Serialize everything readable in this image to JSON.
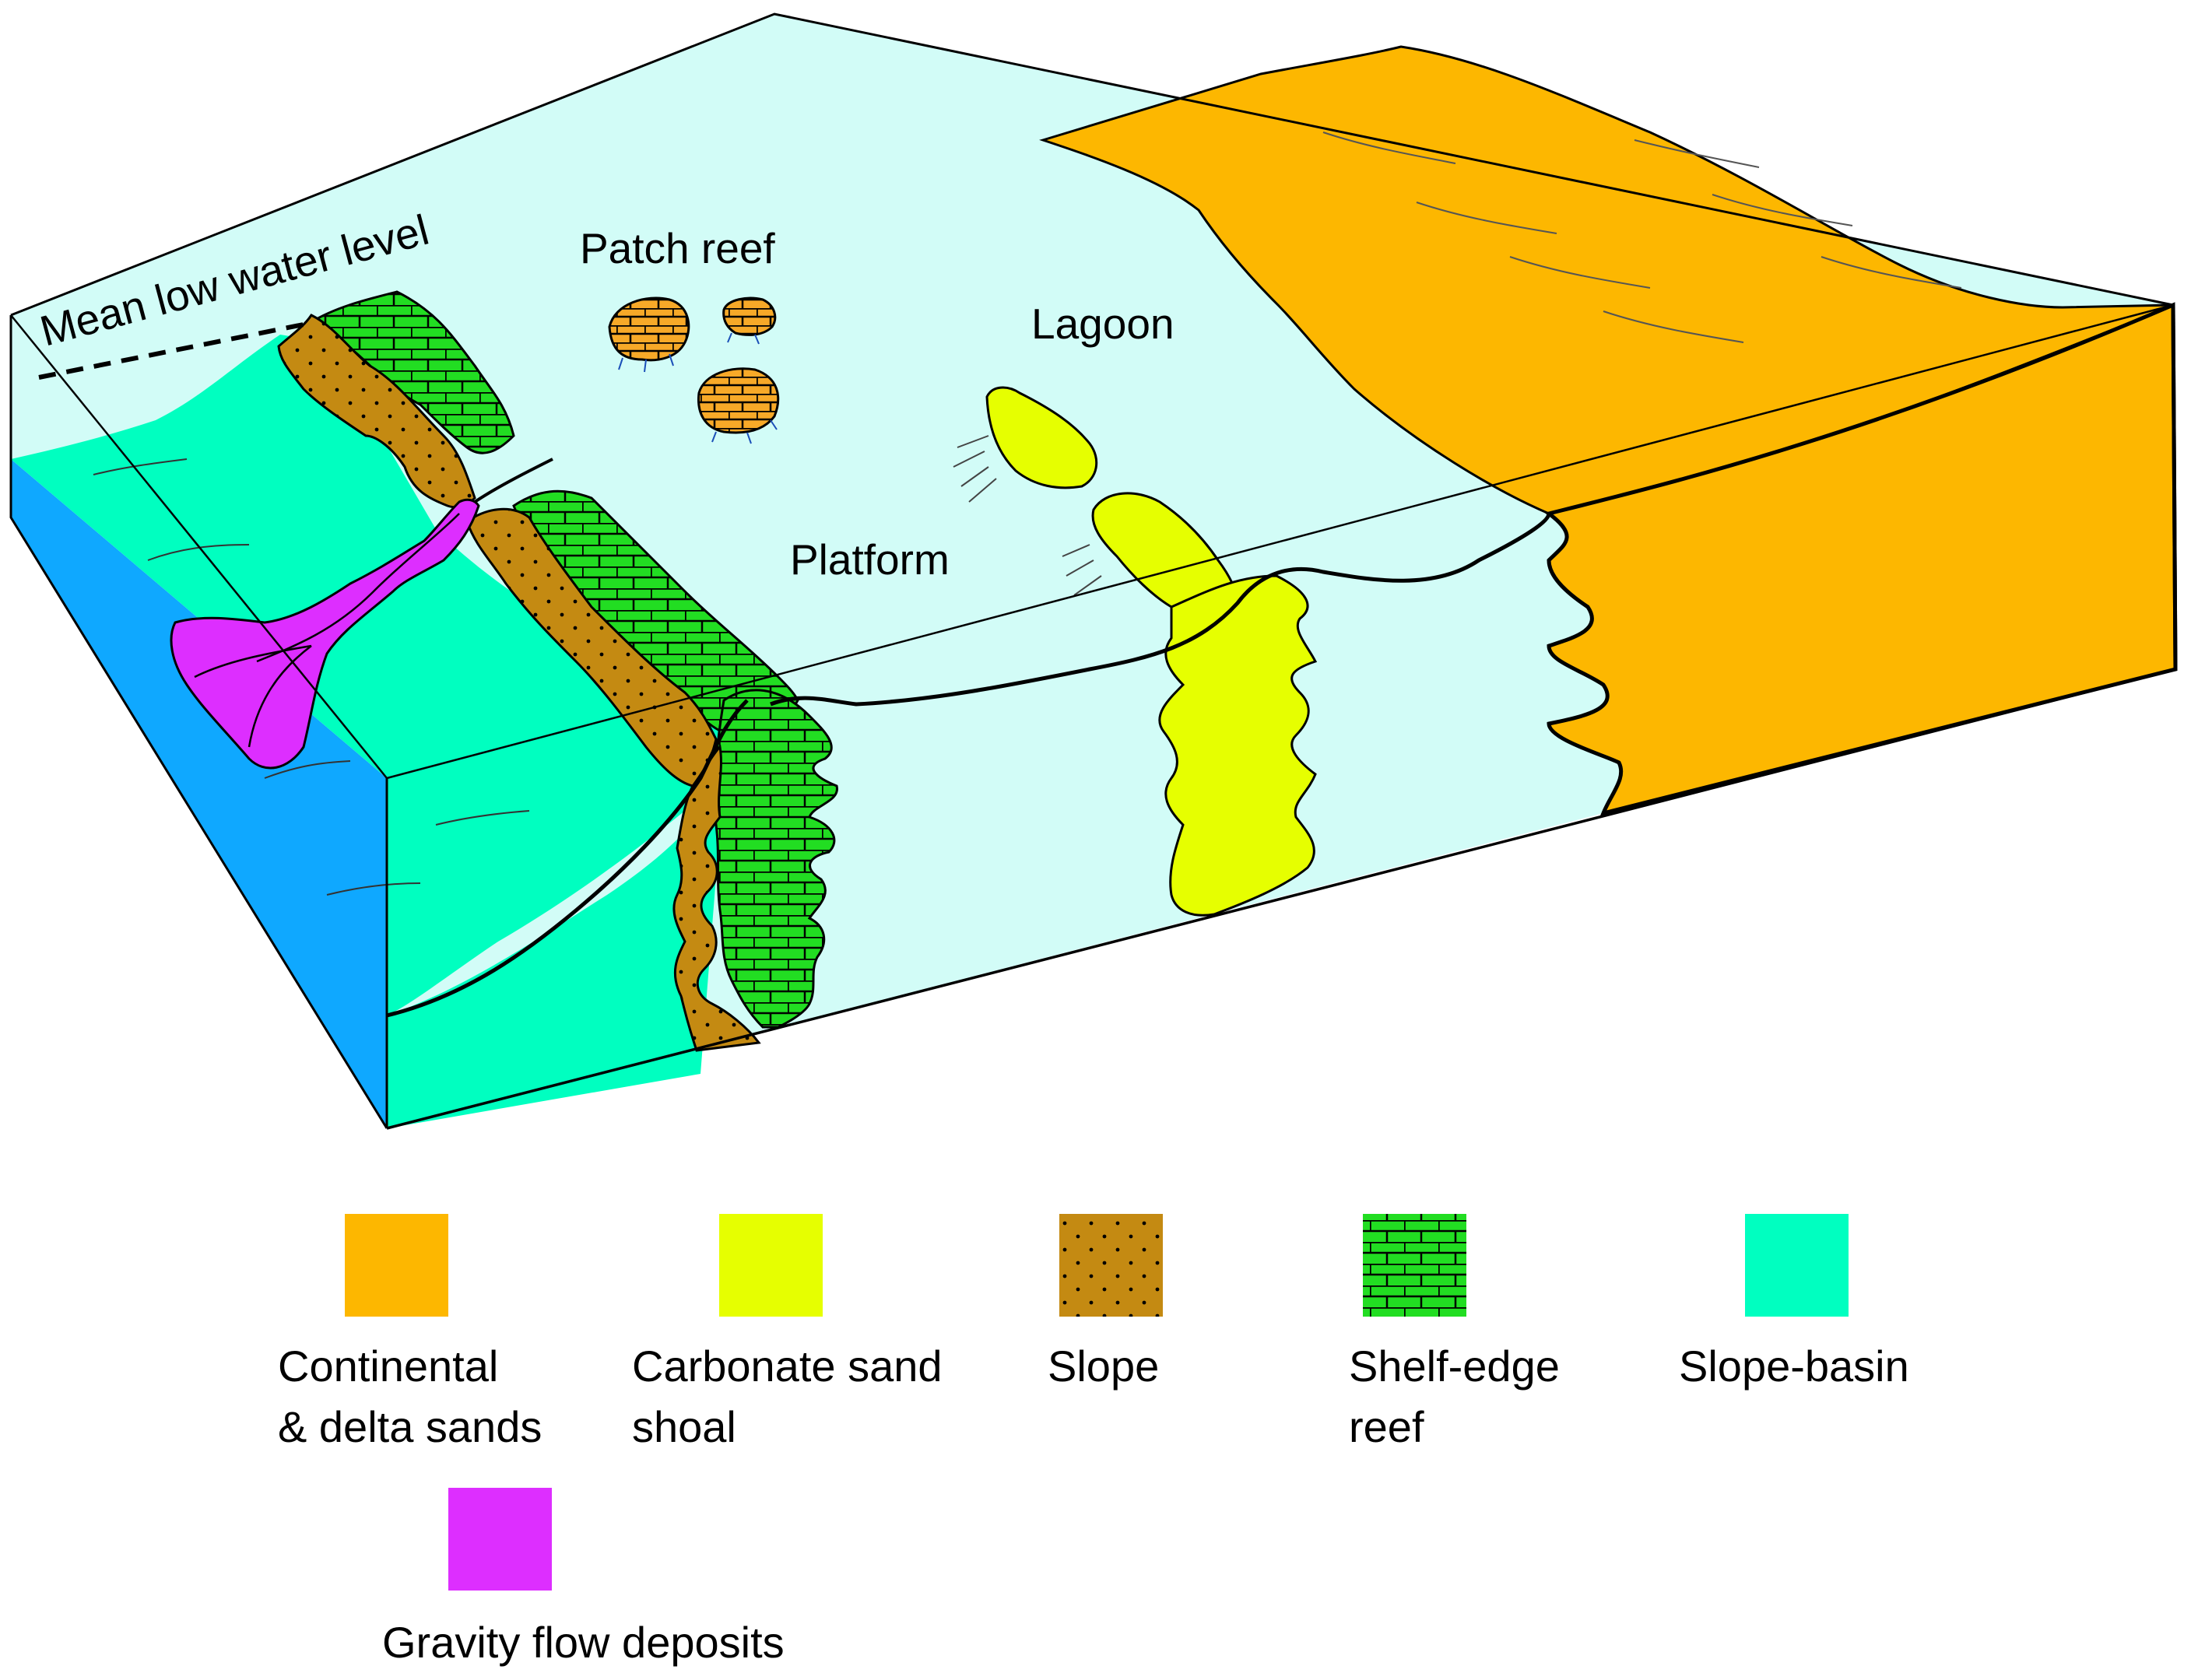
{
  "labels": {
    "water_level": "Mean low water level",
    "patch_reef": "Patch reef",
    "lagoon": "Lagoon",
    "platform": "Platform"
  },
  "legend": [
    {
      "lines": [
        "Continental",
        "& delta sands"
      ],
      "fill": "#FDB700",
      "pattern": "solid"
    },
    {
      "lines": [
        "Carbonate sand",
        "shoal"
      ],
      "fill": "#E6FF00",
      "pattern": "solid"
    },
    {
      "lines": [
        "Slope"
      ],
      "fill": "#C48A12",
      "pattern": "dots"
    },
    {
      "lines": [
        "Shelf-edge",
        "reef"
      ],
      "fill": "#22DD22",
      "pattern": "bricks"
    },
    {
      "lines": [
        "Slope-basin"
      ],
      "fill": "#00FFC0",
      "pattern": "solid"
    },
    {
      "lines": [
        "Gravity flow deposits"
      ],
      "fill": "#DD2EFF",
      "pattern": "solid"
    }
  ],
  "colors": {
    "platform_water": "#D2FCF7",
    "basin_side": "#0FA8FF",
    "outline": "#000000"
  }
}
